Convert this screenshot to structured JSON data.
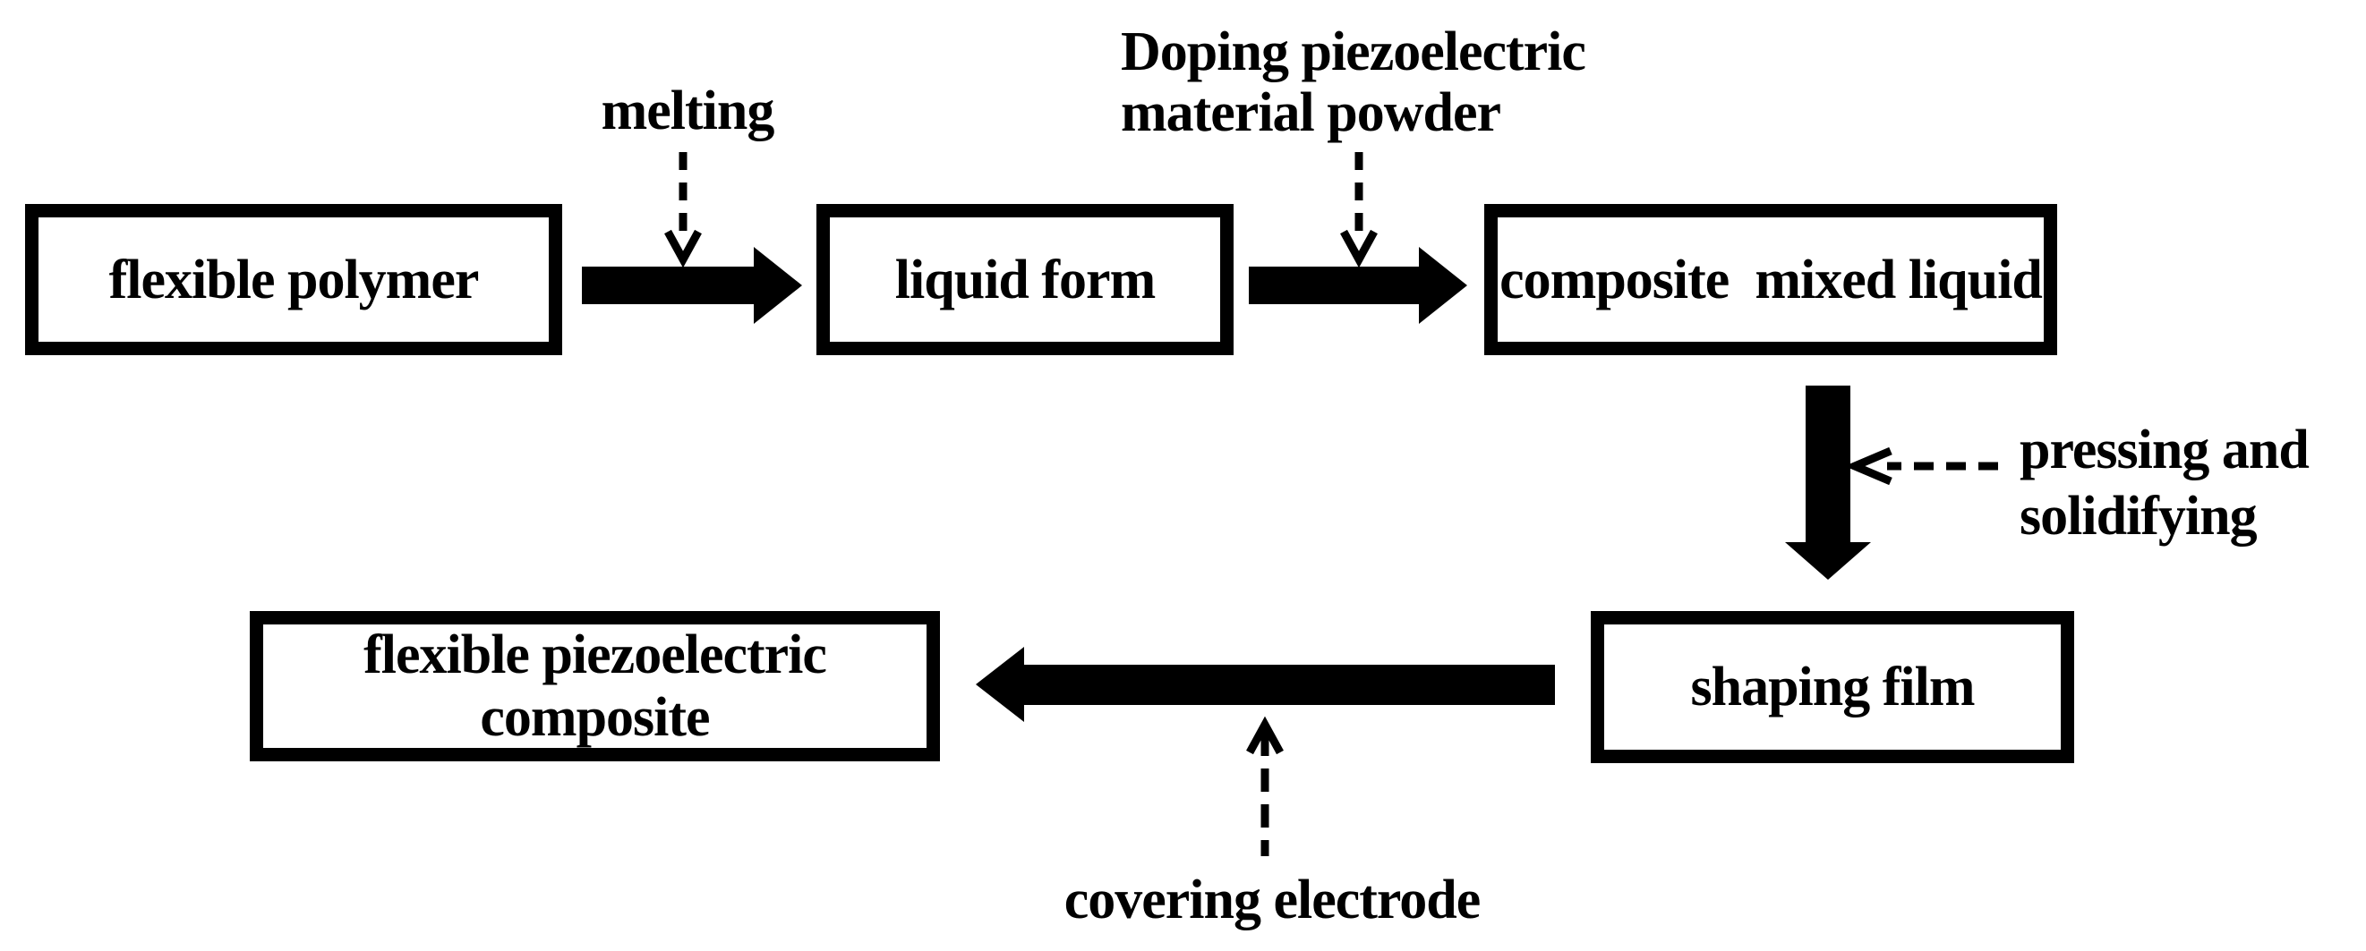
{
  "diagram": {
    "background_color": "#ffffff",
    "ink_color": "#000000",
    "nodes": [
      {
        "id": "flexible-polymer",
        "label": "flexible polymer"
      },
      {
        "id": "liquid-form",
        "label": "liquid form"
      },
      {
        "id": "composite-mixed-liquid",
        "label": "composite  mixed liquid"
      },
      {
        "id": "shaping-film",
        "label": "shaping film"
      },
      {
        "id": "flexible-piezoelectric-composite",
        "label": "flexible piezoelectric\ncomposite"
      }
    ],
    "annotations": [
      {
        "id": "melting",
        "label": "melting"
      },
      {
        "id": "doping",
        "label": "Doping piezoelectric\nmaterial powder"
      },
      {
        "id": "pressing-solidifying",
        "label": "pressing and\nsolidifying"
      },
      {
        "id": "covering-electrode",
        "label": "covering electrode"
      }
    ],
    "flow": [
      "flexible polymer -> liquid form (melting)",
      "liquid form -> composite mixed liquid (Doping piezoelectric material powder)",
      "composite mixed liquid -> shaping film (pressing and solidifying)",
      "shaping film -> flexible piezoelectric composite (covering electrode)"
    ]
  }
}
